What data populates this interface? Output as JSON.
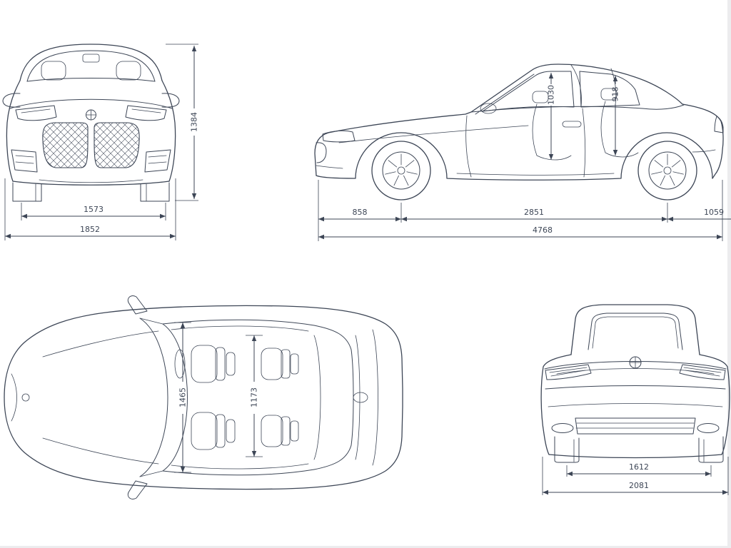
{
  "colors": {
    "line": "#3d4656",
    "background": "#ffffff"
  },
  "front_view": {
    "height": "1384",
    "track_width": "1573",
    "overall_width": "1852"
  },
  "side_view": {
    "front_headroom": "1030",
    "rear_headroom": "918",
    "front_overhang": "858",
    "wheelbase": "2851",
    "rear_overhang": "1059",
    "overall_length": "4768"
  },
  "top_view": {
    "front_interior_width": "1465",
    "rear_interior_width": "1173"
  },
  "rear_view": {
    "rear_track": "1612",
    "overall_width": "2081"
  }
}
